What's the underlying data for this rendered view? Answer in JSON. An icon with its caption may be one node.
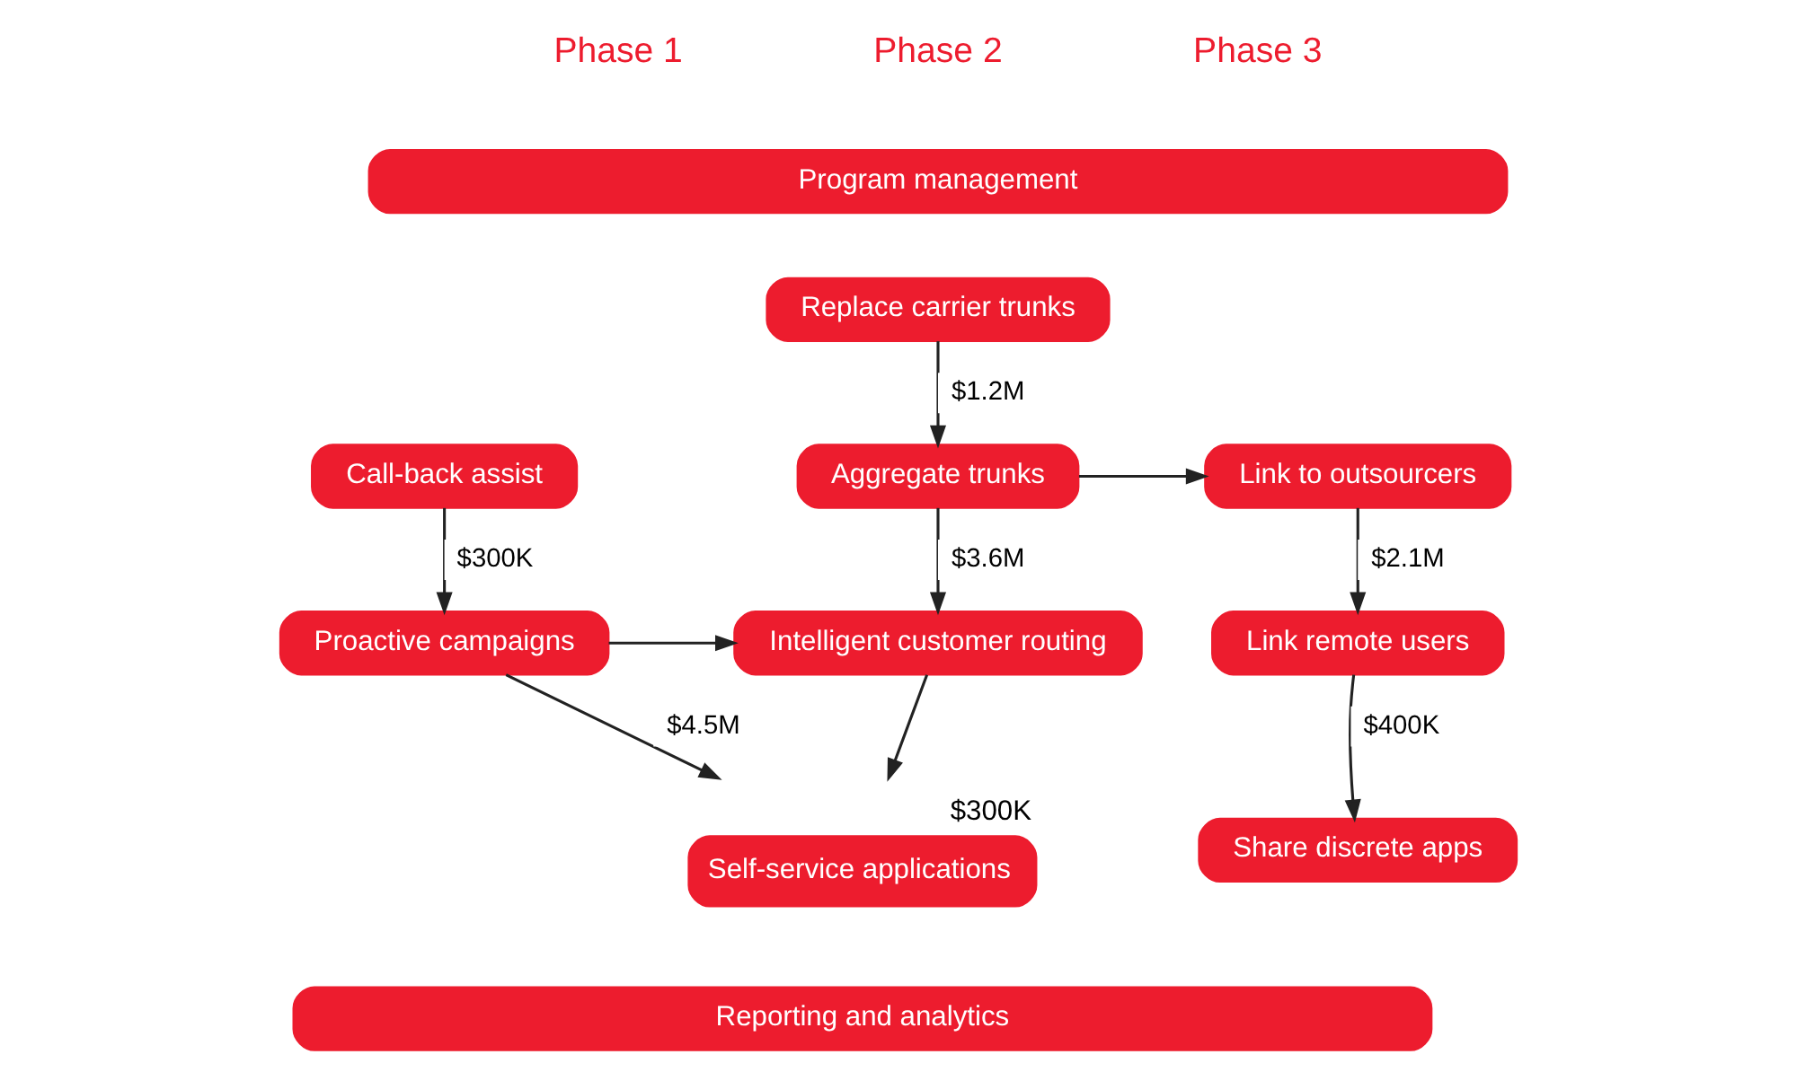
{
  "diagram": {
    "nodes": [
      {
        "text": [
          "Program management"
        ]
      },
      {
        "text": [
          "Replace carrier trunks"
        ]
      },
      {
        "text": [
          "Aggregate trunks"
        ]
      },
      {
        "text": [
          "Link to outsourcers"
        ]
      },
      {
        "text": [
          "Link remote users"
        ]
      },
      {
        "text": [
          "Share discrete apps"
        ]
      },
      {
        "text": [
          "Call-back assist"
        ]
      },
      {
        "text": [
          "Proactive campaigns"
        ]
      },
      {
        "text": [
          "Intelligent customer routing"
        ]
      },
      {
        "text": [
          "Self-service applications"
        ],
        "beside": [
          "$300K"
        ]
      },
      {
        "text": [
          "Reporting and analytics"
        ]
      }
    ],
    "edges": [
      {
        "from": 1,
        "to": 2,
        "arrow": "to",
        "label": "$1.2M"
      },
      {
        "from": 2,
        "to": 3,
        "arrow": "to"
      },
      {
        "from": 2,
        "to": 8,
        "arrow": "to",
        "label": "$3.6M"
      },
      {
        "from": 3,
        "to": 4,
        "arrow": "to",
        "label": "$2.1M"
      },
      {
        "from": 4,
        "to": 5,
        "arrow": "to",
        "label": "$400K"
      },
      {
        "from": 6,
        "to": 7,
        "arrow": "to",
        "label": "$300K"
      },
      {
        "from": 7,
        "to": 8,
        "arrow": "to"
      },
      {
        "from": 7,
        "to": 9,
        "arrow": "to",
        "label": "$4.5M"
      },
      {
        "from": 8,
        "to": 9,
        "arrow": "to"
      }
    ],
    "labels": [
      "Phase 1",
      "Phase 2",
      "Phase 3"
    ]
  }
}
